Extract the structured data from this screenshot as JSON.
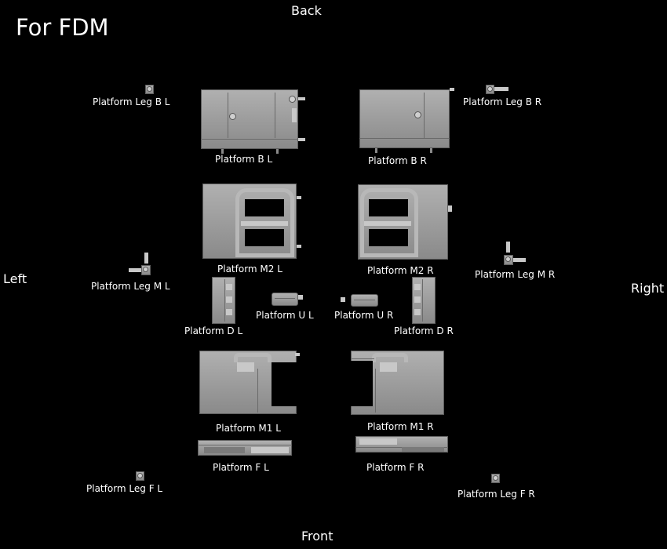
{
  "title": "For FDM",
  "directions": {
    "back": "Back",
    "front": "Front",
    "left": "Left",
    "right": "Right"
  },
  "parts": {
    "leg_bl": "Platform Leg B L",
    "leg_br": "Platform Leg B R",
    "b_l": "Platform B L",
    "b_r": "Platform B R",
    "m2_l": "Platform M2 L",
    "m2_r": "Platform M2 R",
    "leg_ml": "Platform Leg M L",
    "leg_mr": "Platform Leg M R",
    "u_l": "Platform U L",
    "u_r": "Platform U R",
    "d_l": "Platform D L",
    "d_r": "Platform D R",
    "m1_l": "Platform M1 L",
    "m1_r": "Platform M1 R",
    "f_l": "Platform F L",
    "f_r": "Platform F R",
    "leg_fl": "Platform Leg F L",
    "leg_fr": "Platform Leg F R"
  },
  "colors": {
    "background": "#000000",
    "text": "#ffffff",
    "part": "#9c9c9c"
  }
}
